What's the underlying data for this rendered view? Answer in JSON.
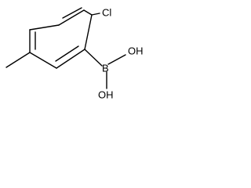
{
  "molecule": {
    "atoms": {
      "chlorine": "Cl",
      "boron": "B",
      "hydroxyl_1": "OH",
      "hydroxyl_2": "OH"
    }
  }
}
